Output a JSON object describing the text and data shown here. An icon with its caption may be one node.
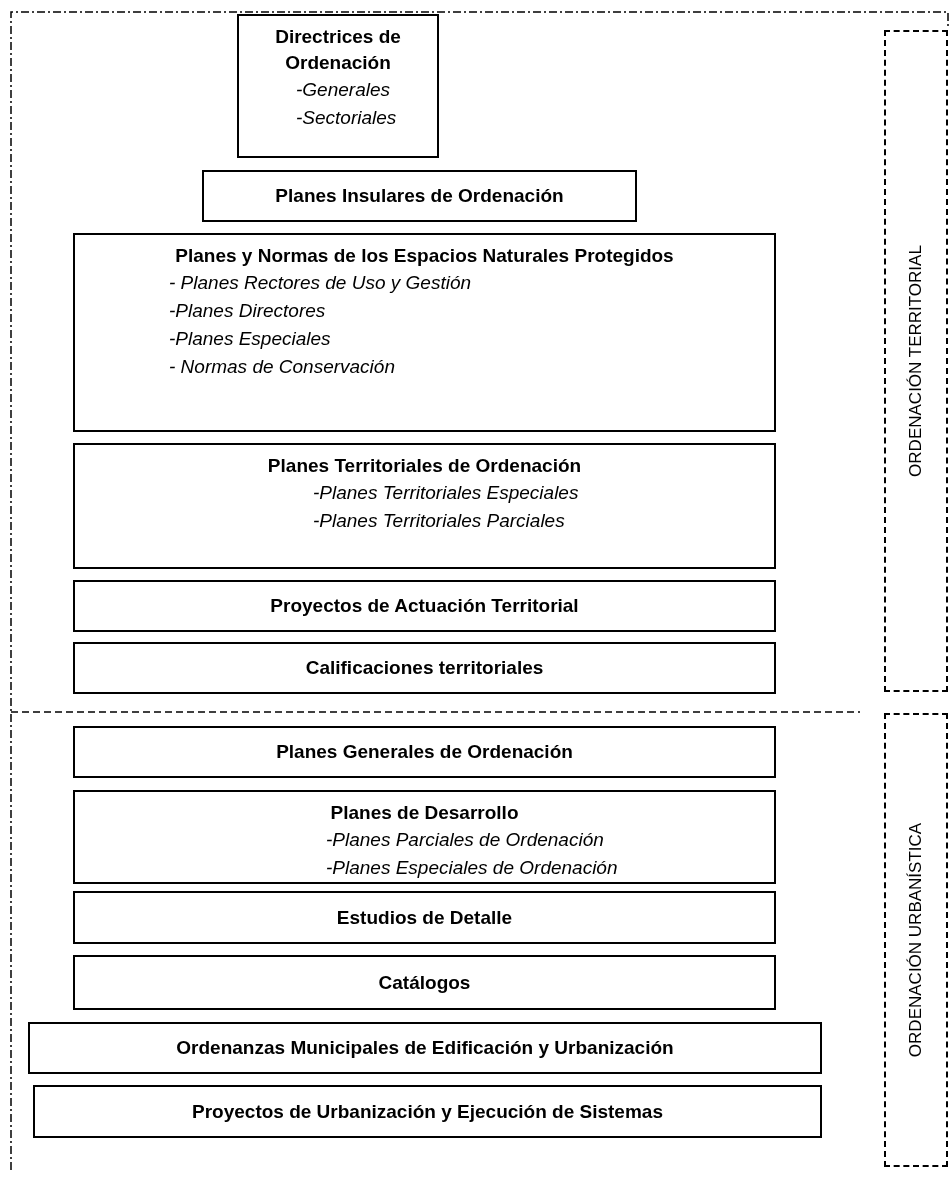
{
  "diagram": {
    "nodes": [
      {
        "text": [
          "Directrices de Ordenación",
          "-Generales",
          "-Sectoriales"
        ]
      },
      {
        "text": [
          "Planes Insulares de Ordenación"
        ]
      },
      {
        "text": [
          "Planes y Normas de los Espacios Naturales Protegidos",
          "- Planes Rectores de Uso y Gestión",
          "-Planes Directores",
          "-Planes Especiales",
          "- Normas de Conservación"
        ]
      },
      {
        "text": [
          "Planes Territoriales de Ordenación",
          "-Planes Territoriales Especiales",
          "-Planes Territoriales Parciales"
        ]
      },
      {
        "text": [
          "Proyectos de Actuación Territorial"
        ]
      },
      {
        "text": [
          "Calificaciones territoriales"
        ]
      },
      {
        "text": [
          "Planes Generales de Ordenación"
        ]
      },
      {
        "text": [
          "Planes de Desarrollo",
          "-Planes Parciales de Ordenación",
          "-Planes Especiales de Ordenación"
        ]
      },
      {
        "text": [
          "Estudios de Detalle"
        ]
      },
      {
        "text": [
          "Catálogos"
        ]
      },
      {
        "text": [
          "Ordenanzas Municipales de Edificación y Urbanización"
        ]
      },
      {
        "text": [
          "Proyectos de Urbanización y Ejecución de Sistemas"
        ]
      },
      {
        "text": [
          "ORDENACIÓN TERRITORIAL"
        ]
      },
      {
        "text": [
          "ORDENACIÓN URBANÍSTICA"
        ]
      }
    ]
  }
}
